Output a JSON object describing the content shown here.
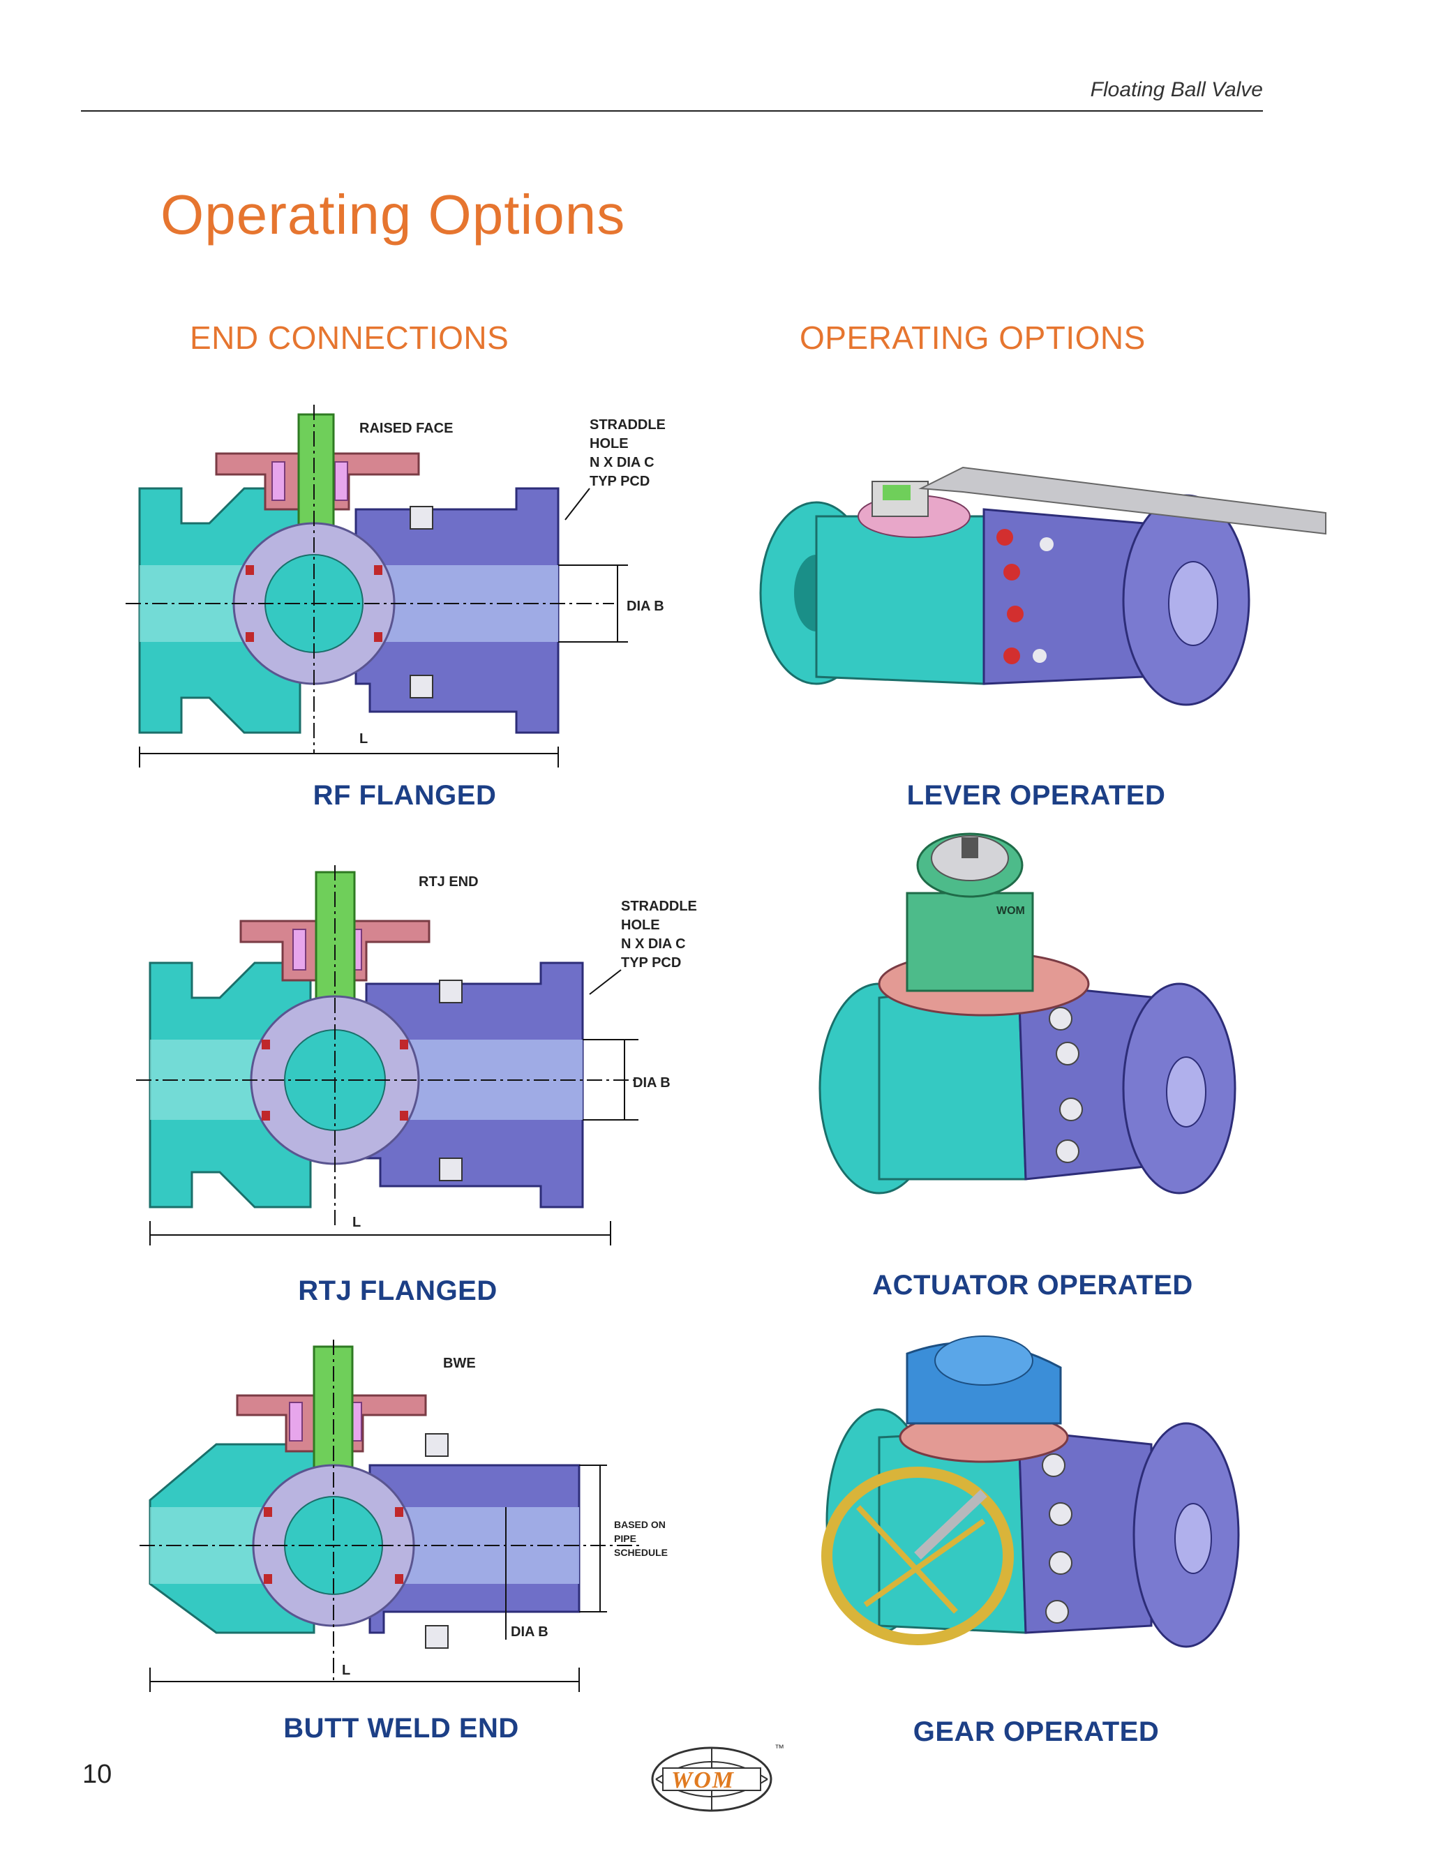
{
  "header": {
    "running_title": "Floating Ball Valve"
  },
  "page_title": "Operating Options",
  "sections": {
    "end_connections": "END CONNECTIONS",
    "operating_options": "OPERATING OPTIONS"
  },
  "figures": {
    "rf_flanged": {
      "caption": "RF FLANGED",
      "labels": {
        "face": "RAISED FACE",
        "straddle1": "STRADDLE",
        "straddle2": "HOLE",
        "straddle3": "N X DIA C",
        "straddle4": "TYP  PCD",
        "dia": "DIA B",
        "length": "L"
      }
    },
    "rtj_flanged": {
      "caption": "RTJ FLANGED",
      "labels": {
        "face": "RTJ END",
        "straddle1": "STRADDLE",
        "straddle2": "HOLE",
        "straddle3": "N X DIA C",
        "straddle4": "TYP  PCD",
        "dia": "DIA B",
        "length": "L"
      }
    },
    "butt_weld": {
      "caption": "BUTT WELD END",
      "labels": {
        "face": "BWE",
        "sched1": "BASED ON",
        "sched2": "PIPE",
        "sched3": "SCHEDULE",
        "dia": "DIA B",
        "length": "L"
      }
    },
    "lever": {
      "caption": "LEVER OPERATED"
    },
    "actuator": {
      "caption": "ACTUATOR OPERATED",
      "marking": "WOM"
    },
    "gear": {
      "caption": "GEAR OPERATED"
    }
  },
  "footer": {
    "page_number": "10",
    "logo_text": "WOM",
    "trademark": "™"
  },
  "colors": {
    "accent_orange": "#e6752f",
    "caption_blue": "#1c3f86",
    "body_teal": "#35c9c2",
    "body_purple": "#6f6fc8",
    "ball_lavender": "#b9b4e0",
    "stem_green": "#6fcf5a",
    "bonnet_pink": "#d58590"
  }
}
